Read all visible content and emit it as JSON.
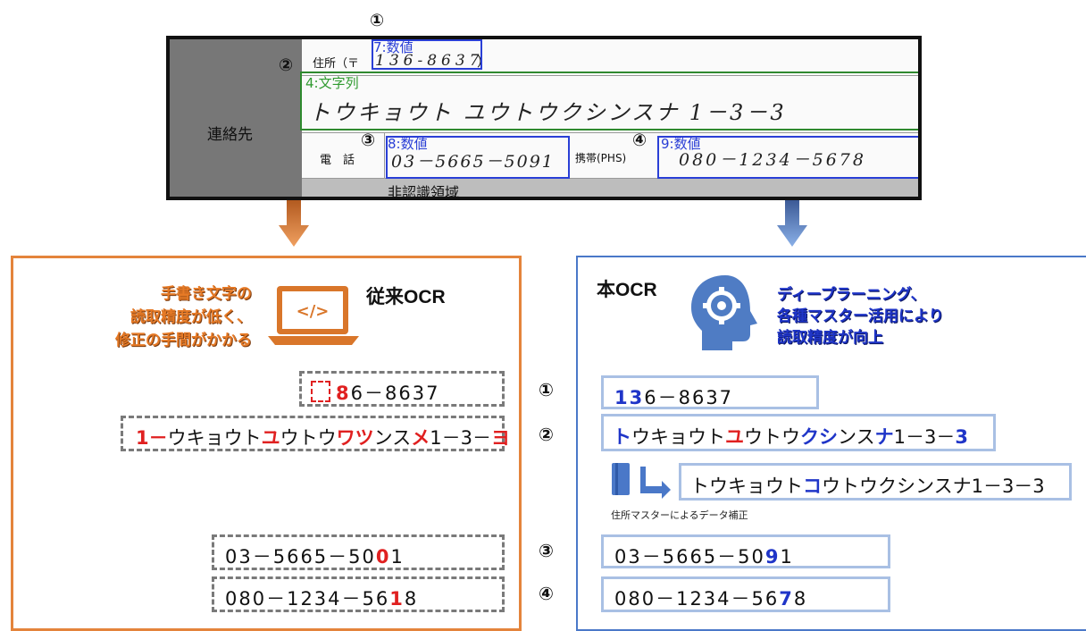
{
  "form": {
    "contact_label": "連絡先",
    "address_label": "住所（〒",
    "postal_handwritten": "136-8637",
    "postal_close_paren": "）",
    "address_handwritten": "トウキョウト ユウトウクシンスナ 1－3－3",
    "phone_label": "電　話",
    "phone_handwritten": "03－5665－5091",
    "mobile_label": "携帯(PHS)",
    "mobile_handwritten": "080－1234－5678",
    "unrecognized_label": "非認識領域",
    "region_tags": {
      "r1": "7:数値",
      "r2": "4:文字列",
      "r3": "8:数値",
      "r4": "9:数値"
    },
    "markers": [
      "①",
      "②",
      "③",
      "④"
    ]
  },
  "colors": {
    "legacy_accent": "#e4843c",
    "new_accent": "#4a78c8",
    "error_red": "#e02020",
    "fix_blue": "#1f35c8"
  },
  "legacy_panel": {
    "title": "従来OCR",
    "description": [
      "手書き文字の",
      "読取精度が低く、",
      "修正の手間がかかる"
    ],
    "icon": "laptop-code-icon",
    "code_glyph": "</>",
    "results": [
      {
        "segments": [
          [
            "",
            ""
          ],
          [
            "□",
            "red"
          ],
          [
            "8",
            "red"
          ],
          [
            "6－8637",
            ""
          ]
        ]
      },
      {
        "segments": [
          [
            "1－",
            "red"
          ],
          [
            "ウキョウト",
            ""
          ],
          [
            "ユ",
            "red"
          ],
          [
            "ウトウ",
            ""
          ],
          [
            "ワツ",
            "red"
          ],
          [
            "ンス",
            ""
          ],
          [
            "メ",
            "red"
          ],
          [
            "1－3－",
            ""
          ],
          [
            "ヨ",
            "red"
          ]
        ]
      },
      {
        "segments": [
          [
            "03－5665－50",
            ""
          ],
          [
            "0",
            "red"
          ],
          [
            "1",
            ""
          ]
        ]
      },
      {
        "segments": [
          [
            "080－1234－56",
            ""
          ],
          [
            "1",
            "red"
          ],
          [
            "8",
            ""
          ]
        ]
      }
    ]
  },
  "new_panel": {
    "title": "本OCR",
    "description": [
      "ディープラーニング、",
      "各種マスター活用により",
      "読取精度が向上"
    ],
    "icon": "head-gear-icon",
    "results": [
      {
        "segments": [
          [
            "13",
            "blue"
          ],
          [
            "6－8637",
            ""
          ]
        ]
      },
      {
        "segments": [
          [
            "ト",
            "blue"
          ],
          [
            "ウキョウト",
            ""
          ],
          [
            "ユ",
            "red"
          ],
          [
            "ウトウ",
            ""
          ],
          [
            "クシ",
            "blue"
          ],
          [
            "ンス",
            ""
          ],
          [
            "ナ",
            "blue"
          ],
          [
            "1－3－",
            ""
          ],
          [
            "3",
            "blue"
          ]
        ]
      },
      {
        "segments": [
          [
            "03－5665－50",
            ""
          ],
          [
            "9",
            "blue"
          ],
          [
            "1",
            ""
          ]
        ]
      },
      {
        "segments": [
          [
            "080－1234－56",
            ""
          ],
          [
            "7",
            "blue"
          ],
          [
            "8",
            ""
          ]
        ]
      }
    ],
    "corrected_address": [
      [
        "トウキョウト",
        ""
      ],
      [
        "コ",
        "blue"
      ],
      [
        "ウトウクシンスナ1－3－3",
        ""
      ]
    ],
    "correction_caption": "住所マスターによるデータ補正",
    "correction_icon": "book-icon"
  }
}
